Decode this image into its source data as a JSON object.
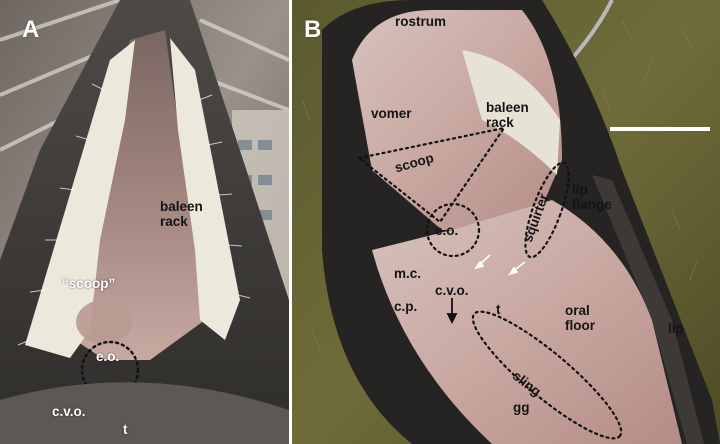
{
  "panels": [
    {
      "letter": "A",
      "labels": {
        "baleen_rack": "baleen\nrack",
        "scoop": "“scoop”",
        "eo": "e.o.",
        "cvo": "c.v.o.",
        "t": "t"
      }
    },
    {
      "letter": "B",
      "labels": {
        "rostrum": "rostrum",
        "vomer": "vomer",
        "baleen_rack": "baleen\nrack",
        "scoop": "scoop",
        "eo": "e.o.",
        "squirter": "squirter",
        "lip_flange": "lip\nflange",
        "mc": "m.c.",
        "cp": "c.p.",
        "cvo": "c.v.o.",
        "t": "t",
        "oral_floor": "oral\nfloor",
        "lip": "lip",
        "sling": "sling",
        "gg": "gg"
      }
    }
  ],
  "colors": {
    "label_dark": "#141414",
    "label_light": "#ffffff",
    "accent_baleen": "#ece8dc",
    "accent_palate": "#c9a8a2"
  }
}
